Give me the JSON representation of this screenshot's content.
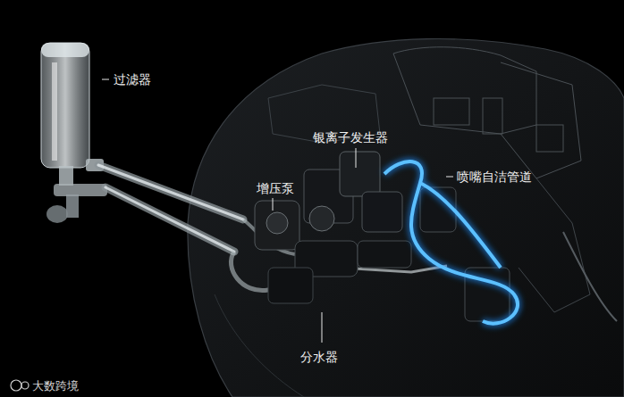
{
  "diagram": {
    "labels": [
      "过滤器",
      "银离子发生器",
      "喷嘴自洁管道",
      "增压泵",
      "分水器",
      "大数跨境"
    ]
  }
}
